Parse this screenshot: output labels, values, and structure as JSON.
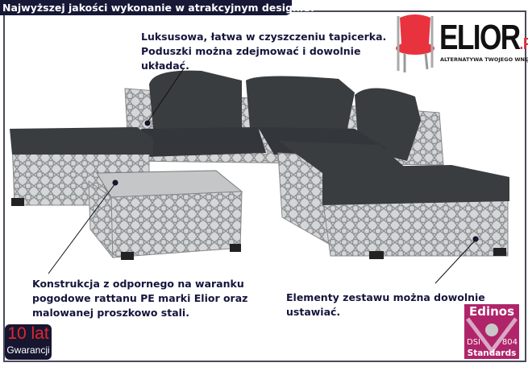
{
  "header": {
    "title": "Najwyższej jakości wykonanie w atrakcyjnym designie!"
  },
  "notes": {
    "upholstery": [
      "Luksusowa, łatwa w czyszczeniu tapicerka.",
      "Poduszki można zdejmować i dowolnie",
      "układać."
    ],
    "construction": [
      "Konstrukcja z odpornego na waranku",
      "pogodowe rattanu PE marki Elior oraz",
      "malowanej proszkowo stali."
    ],
    "arrangement": [
      "Elementy zestawu można dowolnie",
      "ustawiać."
    ]
  },
  "logo": {
    "name": "ELIOR",
    "suffix": ".PL",
    "tagline": "ALTERNATYWA TWOJEGO WNĘTRZA"
  },
  "warranty": {
    "big": "10 lat",
    "small": "Gwarancji"
  },
  "certificate": {
    "top": "Edinos",
    "left": "DSI",
    "right": "804",
    "bottom": "Standards"
  },
  "colors": {
    "header": "#171736",
    "text": "#15153d",
    "cushion": "#3a3d40",
    "rattan": "#b8bbbd",
    "accent": "#e0262f",
    "cert": "#b0246a"
  }
}
